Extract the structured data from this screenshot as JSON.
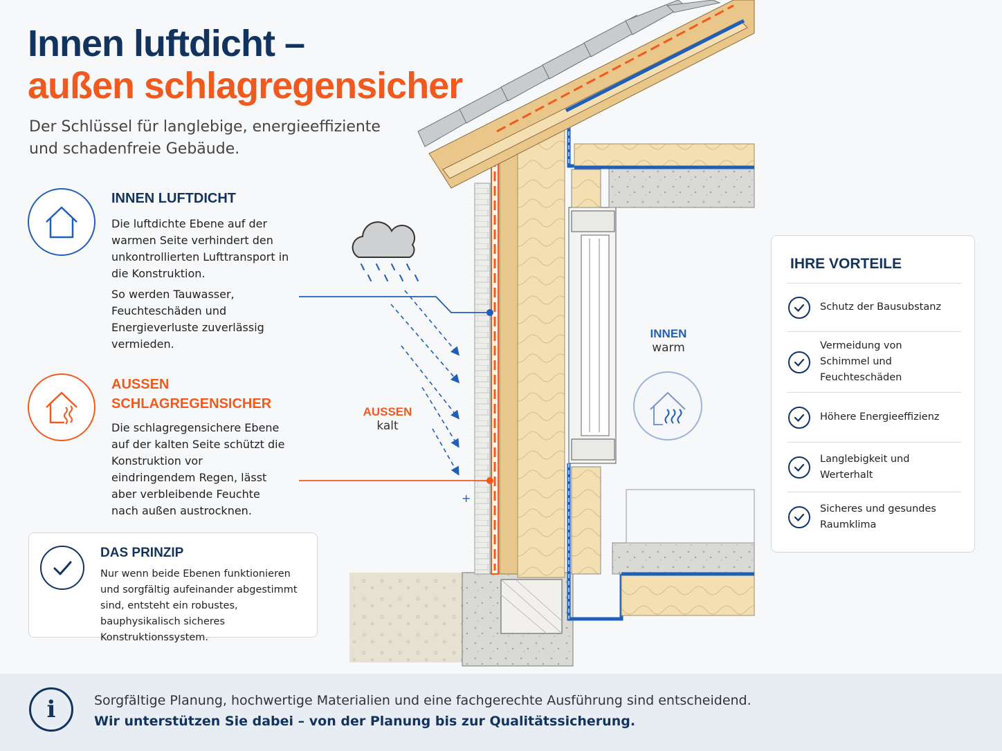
{
  "header": {
    "title_line1": "Innen luftdicht –",
    "title_line2": "außen schlagregensicher",
    "subtitle": "Der Schlüssel für langlebige, energieeffiziente und schadenfreie Gebäude."
  },
  "colors": {
    "navy": "#13335f",
    "orange": "#f05a1e",
    "blue_layer": "#1f5fb8",
    "insulation": "#f3dfb2",
    "wood": "#e7c78c"
  },
  "innen": {
    "icon": "house-icon",
    "heading": "INNEN LUFTDICHT",
    "text1": "Die luftdichte Ebene auf der warmen Seite verhindert den unkontrollierten Lufttransport in die Konstruktion.",
    "text2": "So werden Tauwasser, Feuchteschäden und Energieverluste zuverlässig vermieden."
  },
  "aussen": {
    "icon": "house-moisture-icon",
    "heading_line1": "AUSSEN",
    "heading_line2": "SCHLAGREGENSICHER",
    "text": "Die schlagregensichere Ebene auf der kalten Seite schützt die Konstruktion vor eindringendem Regen, lässt aber verbleibende Feuchte nach außen austrocknen."
  },
  "prinzip": {
    "icon": "check-icon",
    "heading": "DAS PRINZIP",
    "text": "Nur wenn beide Ebenen funktionieren und sorgfältig aufeinander abgestimmt sind, entsteht ein robustes, bauphysikalisch sicheres Konstruktionssystem."
  },
  "diagram": {
    "outside_label": "AUSSEN",
    "outside_sub": "kalt",
    "inside_label": "INNEN",
    "inside_sub": "warm",
    "cloud_icon": "rain-cloud-icon",
    "inside_icon": "house-heat-icon"
  },
  "vorteile": {
    "heading": "IHRE VORTEILE",
    "items": [
      "Schutz der Bausubstanz",
      "Vermeidung von Schimmel und Feuchteschäden",
      "Höhere Energieeffizienz",
      "Langlebigkeit und Werterhalt",
      "Sicheres und gesundes Raumklima"
    ]
  },
  "footer": {
    "icon": "info-icon",
    "line1": "Sorgfältige Planung, hochwertige Materialien und eine fachgerechte Ausführung sind entscheidend.",
    "line2": "Wir unterstützen Sie dabei – von der Planung bis zur Qualitätssicherung."
  }
}
